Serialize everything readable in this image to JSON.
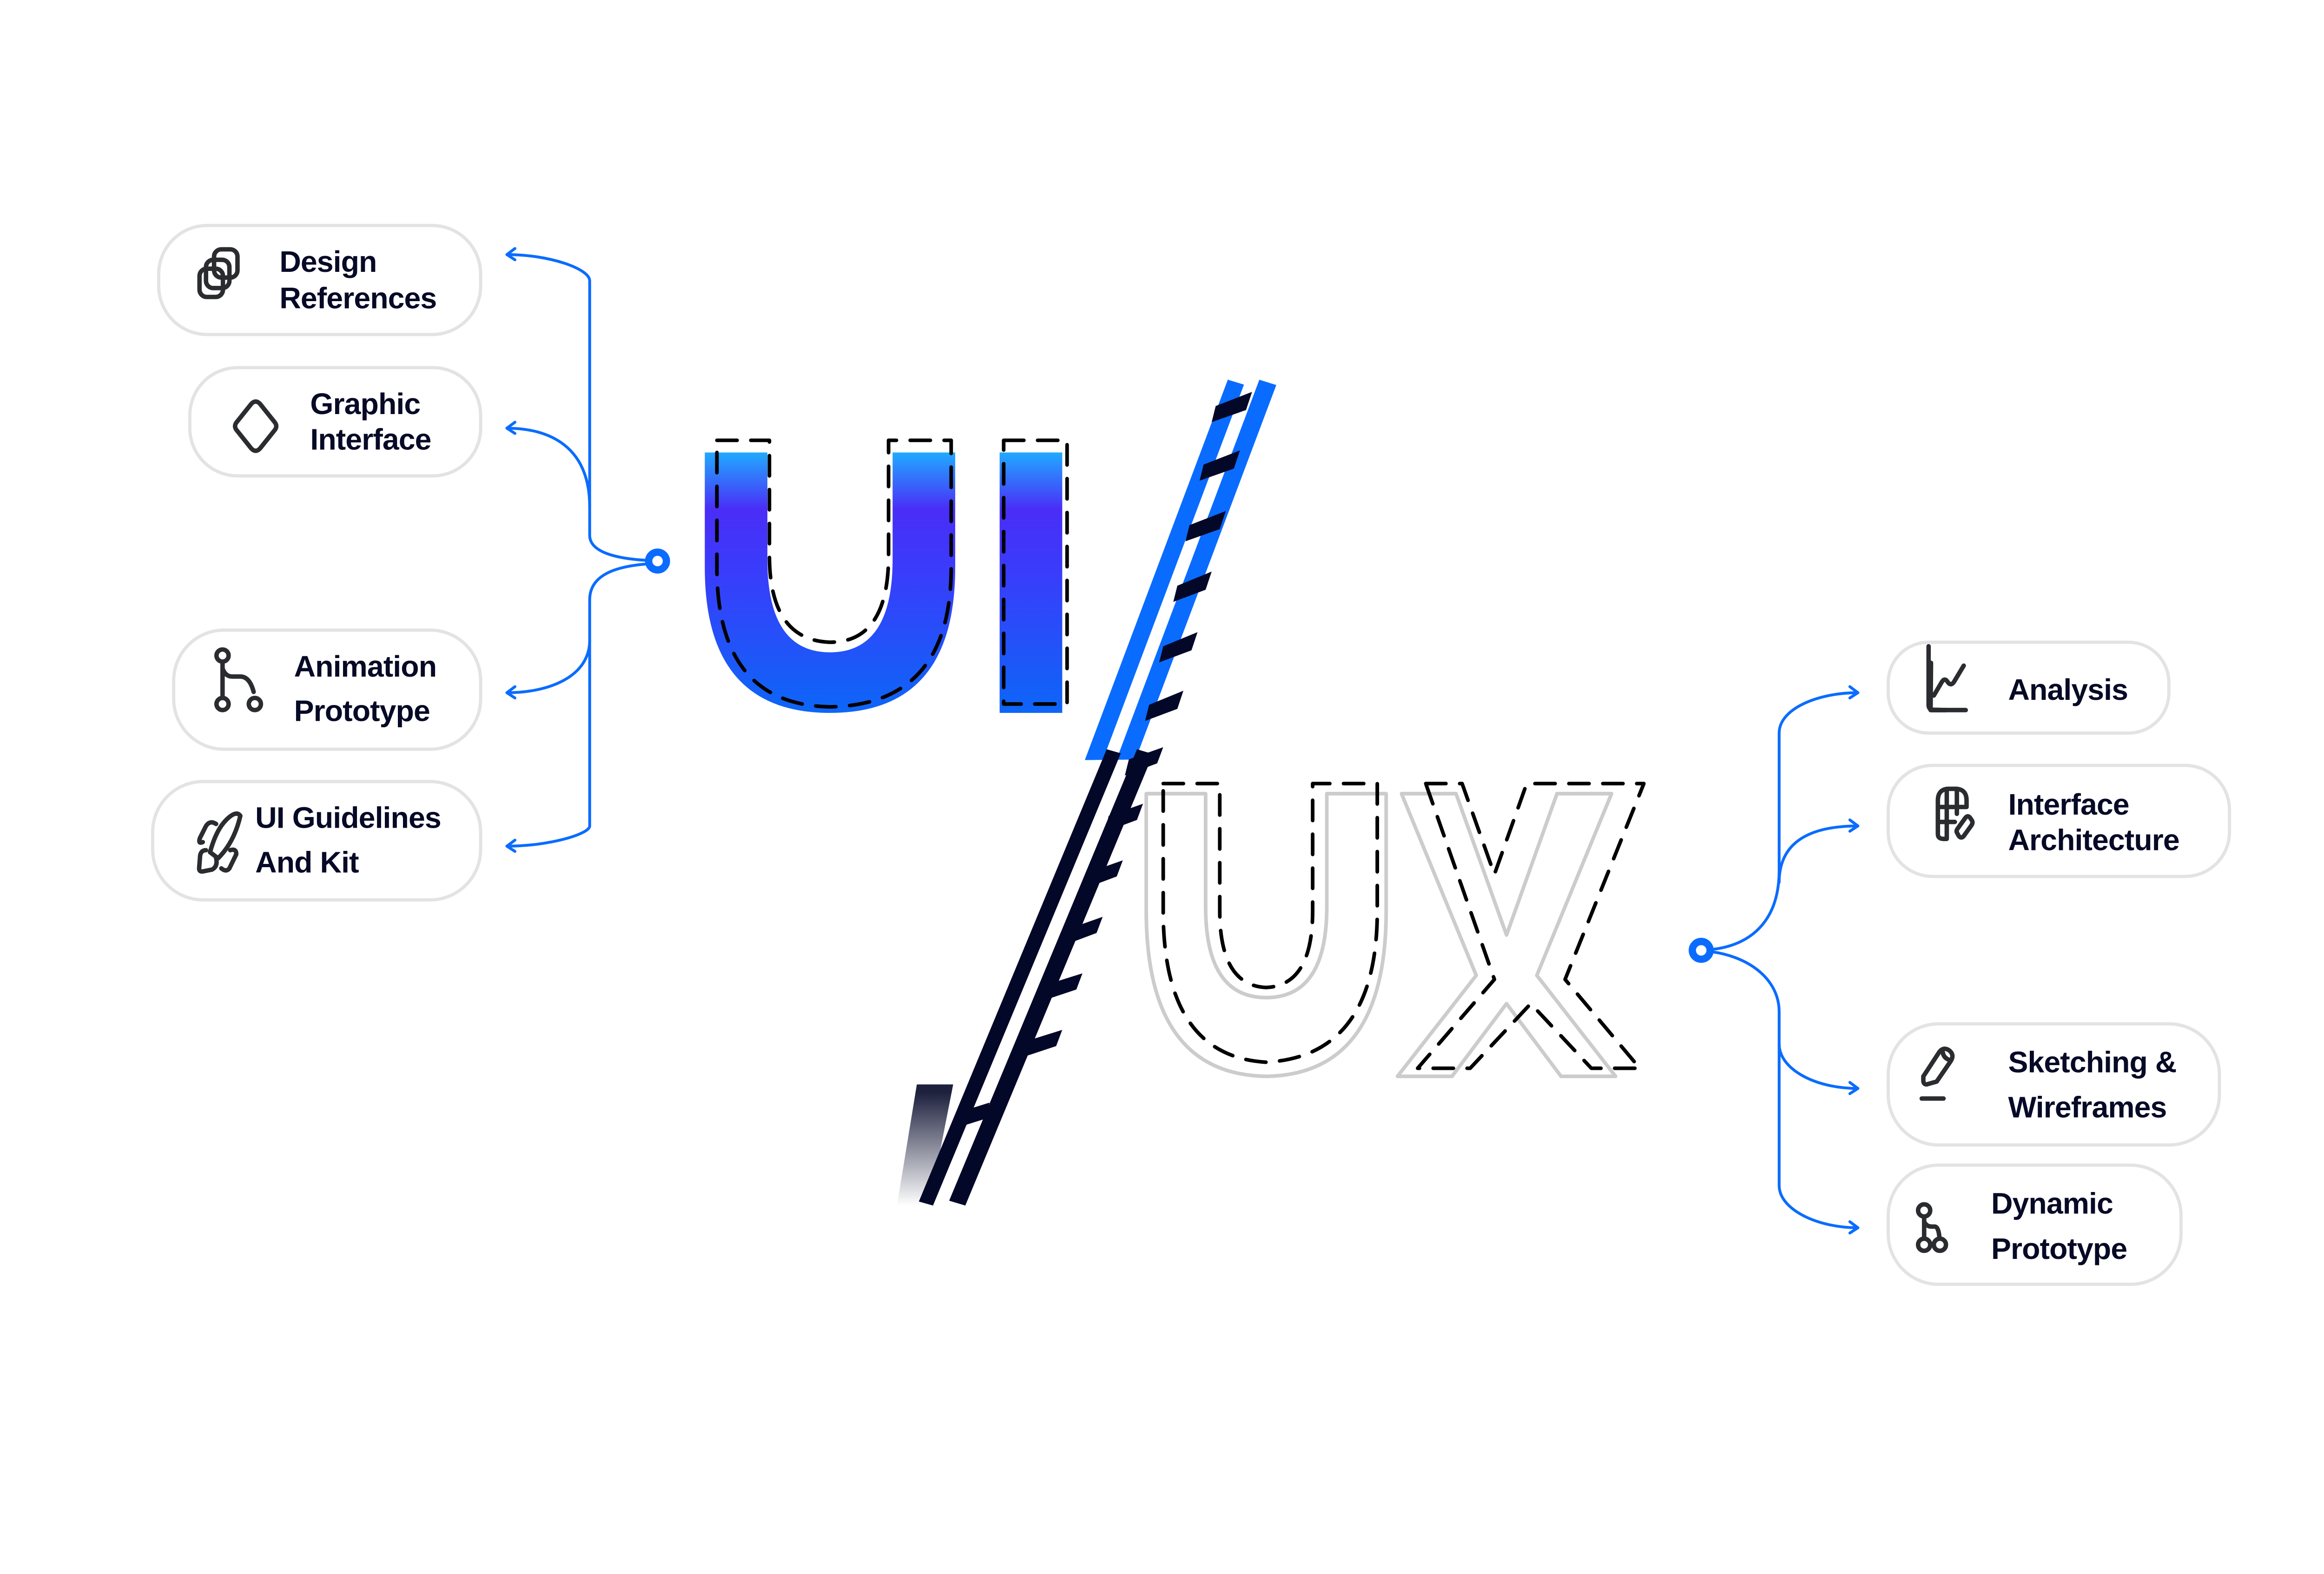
{
  "diagram": {
    "title_left": "UI",
    "title_right": "UX",
    "separator": "ladder-slash",
    "colors": {
      "accent_blue": "#0a6cff",
      "gradient_top": "#21aaff",
      "gradient_mid": "#4a2df7",
      "gradient_bottom": "#0d66f7",
      "navy": "#040828",
      "pill_border": "#e3e3e3",
      "text": "#060a26",
      "ux_outline": "#cccccc"
    }
  },
  "ui_branch": {
    "label": "UI",
    "items": [
      {
        "line1": "Design",
        "line2": "References",
        "icon": "layers-icon"
      },
      {
        "line1": "Graphic",
        "line2": "Interface",
        "icon": "diamond-icon"
      },
      {
        "line1": "Animation",
        "line2": "Prototype",
        "icon": "branch-icon"
      },
      {
        "line1": "UI Guidelines",
        "line2": "And Kit",
        "icon": "rocket-icon"
      }
    ]
  },
  "ux_branch": {
    "label": "UX",
    "items": [
      {
        "line1": "Analysis",
        "line2": "",
        "icon": "line-chart-icon"
      },
      {
        "line1": "Interface",
        "line2": "Architecture",
        "icon": "grid-eraser-icon"
      },
      {
        "line1": "Sketching &",
        "line2": "Wireframes",
        "icon": "pencil-icon"
      },
      {
        "line1": "Dynamic",
        "line2": "Prototype",
        "icon": "branch-icon"
      }
    ]
  }
}
